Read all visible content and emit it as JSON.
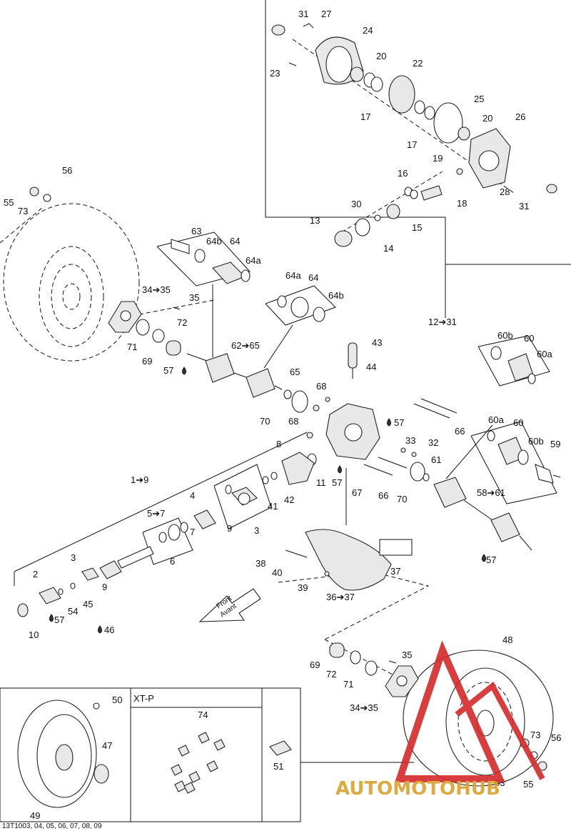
{
  "labels": {
    "l31a": "31",
    "l27": "27",
    "l24": "24",
    "l20a": "20",
    "l23": "23",
    "l22": "22",
    "l17a": "17",
    "l17b": "17",
    "l25": "25",
    "l20b": "20",
    "l26": "26",
    "l19": "19",
    "l16": "16",
    "l18": "18",
    "l28": "28",
    "l31b": "31",
    "l30": "30",
    "l15": "15",
    "l13": "13",
    "l14": "14",
    "l56a": "56",
    "l55a": "55",
    "l73a": "73",
    "l63": "63",
    "l64b_a": "64b",
    "l64_a": "64",
    "l64a_a": "64a",
    "l34_35a": "34➔35",
    "l35a": "35",
    "l72a": "72",
    "l71a": "71",
    "l69a": "69",
    "l57a": "57",
    "l62_65": "62➔65",
    "l64a_b": "64a",
    "l64_b": "64",
    "l64b_b": "64b",
    "l65": "65",
    "l12_31": "12➔31",
    "l43": "43",
    "l44": "44",
    "l68a": "68",
    "l68b": "68",
    "l70a": "70",
    "l57b": "57",
    "l66a": "66",
    "l33": "33",
    "l32": "32",
    "l61": "61",
    "l11": "11",
    "l57c": "57",
    "l67": "67",
    "l66b": "66",
    "l70b": "70",
    "l60b_a": "60b",
    "l60_a": "60",
    "l60a_a": "60a",
    "l60a_b": "60a",
    "l60_b": "60",
    "l60b_b": "60b",
    "l59": "59",
    "l58_61": "58➔61",
    "l57d": "57",
    "l8": "8",
    "l1_9": "1➔9",
    "l4": "4",
    "l5_7": "5➔7",
    "l41": "41",
    "l42": "42",
    "l9a": "9",
    "l3a": "3",
    "l7": "7",
    "l6": "6",
    "l3b": "3",
    "l9b": "9",
    "l2": "2",
    "l54": "54",
    "l45": "45",
    "l57e": "57",
    "l10": "10",
    "l46": "46",
    "l38": "38",
    "l40": "40",
    "l39": "39",
    "l37": "37",
    "l36_37": "36➔37",
    "l48": "48",
    "l35b": "35",
    "l69b": "69",
    "l72b": "72",
    "l71b": "71",
    "l34_35b": "34➔35",
    "l50": "50",
    "l47": "47",
    "l49": "49",
    "l74": "74",
    "l51": "51",
    "l73b": "73",
    "l56b": "56",
    "l53": "53",
    "l55b": "55"
  },
  "front_text_1": "Front",
  "front_text_2": "Avant",
  "xtp_title": "XT-P",
  "footer_code": "13T1003, 04, 05, 06, 07, 08, 09",
  "watermark": "AUTOMOTOHUB",
  "colors": {
    "watermark_red": "#d42a2a",
    "watermark_gold": "#d9a12a"
  }
}
